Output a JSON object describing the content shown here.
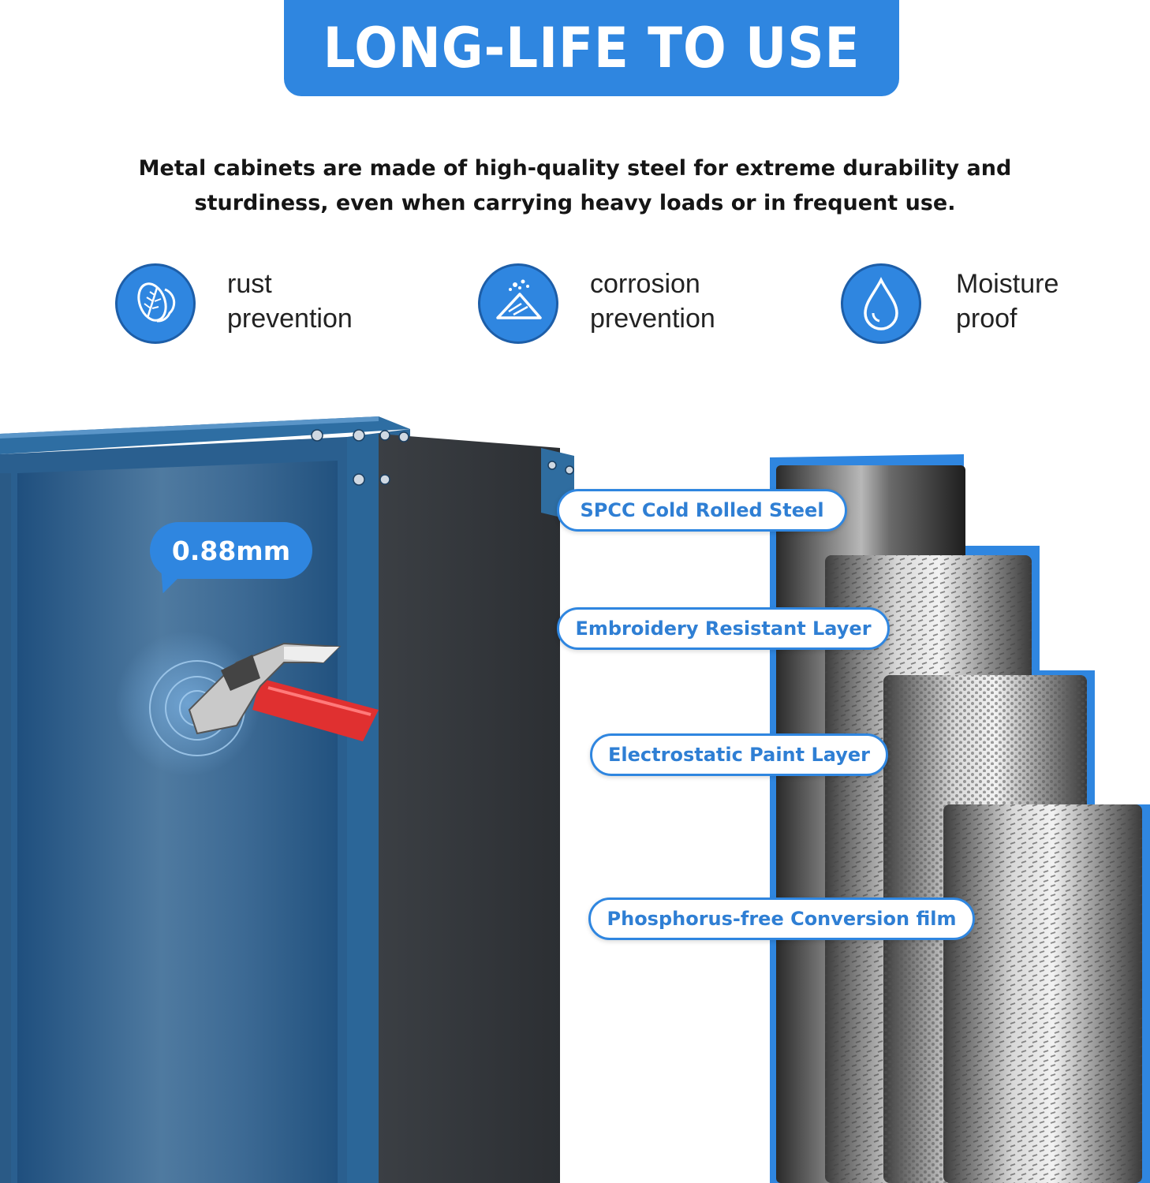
{
  "banner": {
    "title": "LONG-LIFE TO USE"
  },
  "description": {
    "line1": "Metal cabinets are made of high-quality steel for extreme durability and",
    "line2": "sturdiness, even when carrying heavy loads or in frequent use."
  },
  "features": [
    {
      "icon": "leaf-shield-icon",
      "line1": "rust",
      "line2": "prevention"
    },
    {
      "icon": "powder-pile-icon",
      "line1": "corrosion",
      "line2": "prevention"
    },
    {
      "icon": "water-drop-icon",
      "line1": "Moisture",
      "line2": "proof"
    }
  ],
  "thickness": {
    "label": "0.88mm"
  },
  "layers": [
    {
      "label": "SPCC Cold Rolled Steel"
    },
    {
      "label": "Embroidery Resistant Layer"
    },
    {
      "label": "Electrostatic Paint Layer"
    },
    {
      "label": "Phosphorus-free Conversion film"
    }
  ],
  "colors": {
    "accent": "#2f86e0",
    "cabinet": "#2f5e86",
    "side": "#3a3e42"
  }
}
